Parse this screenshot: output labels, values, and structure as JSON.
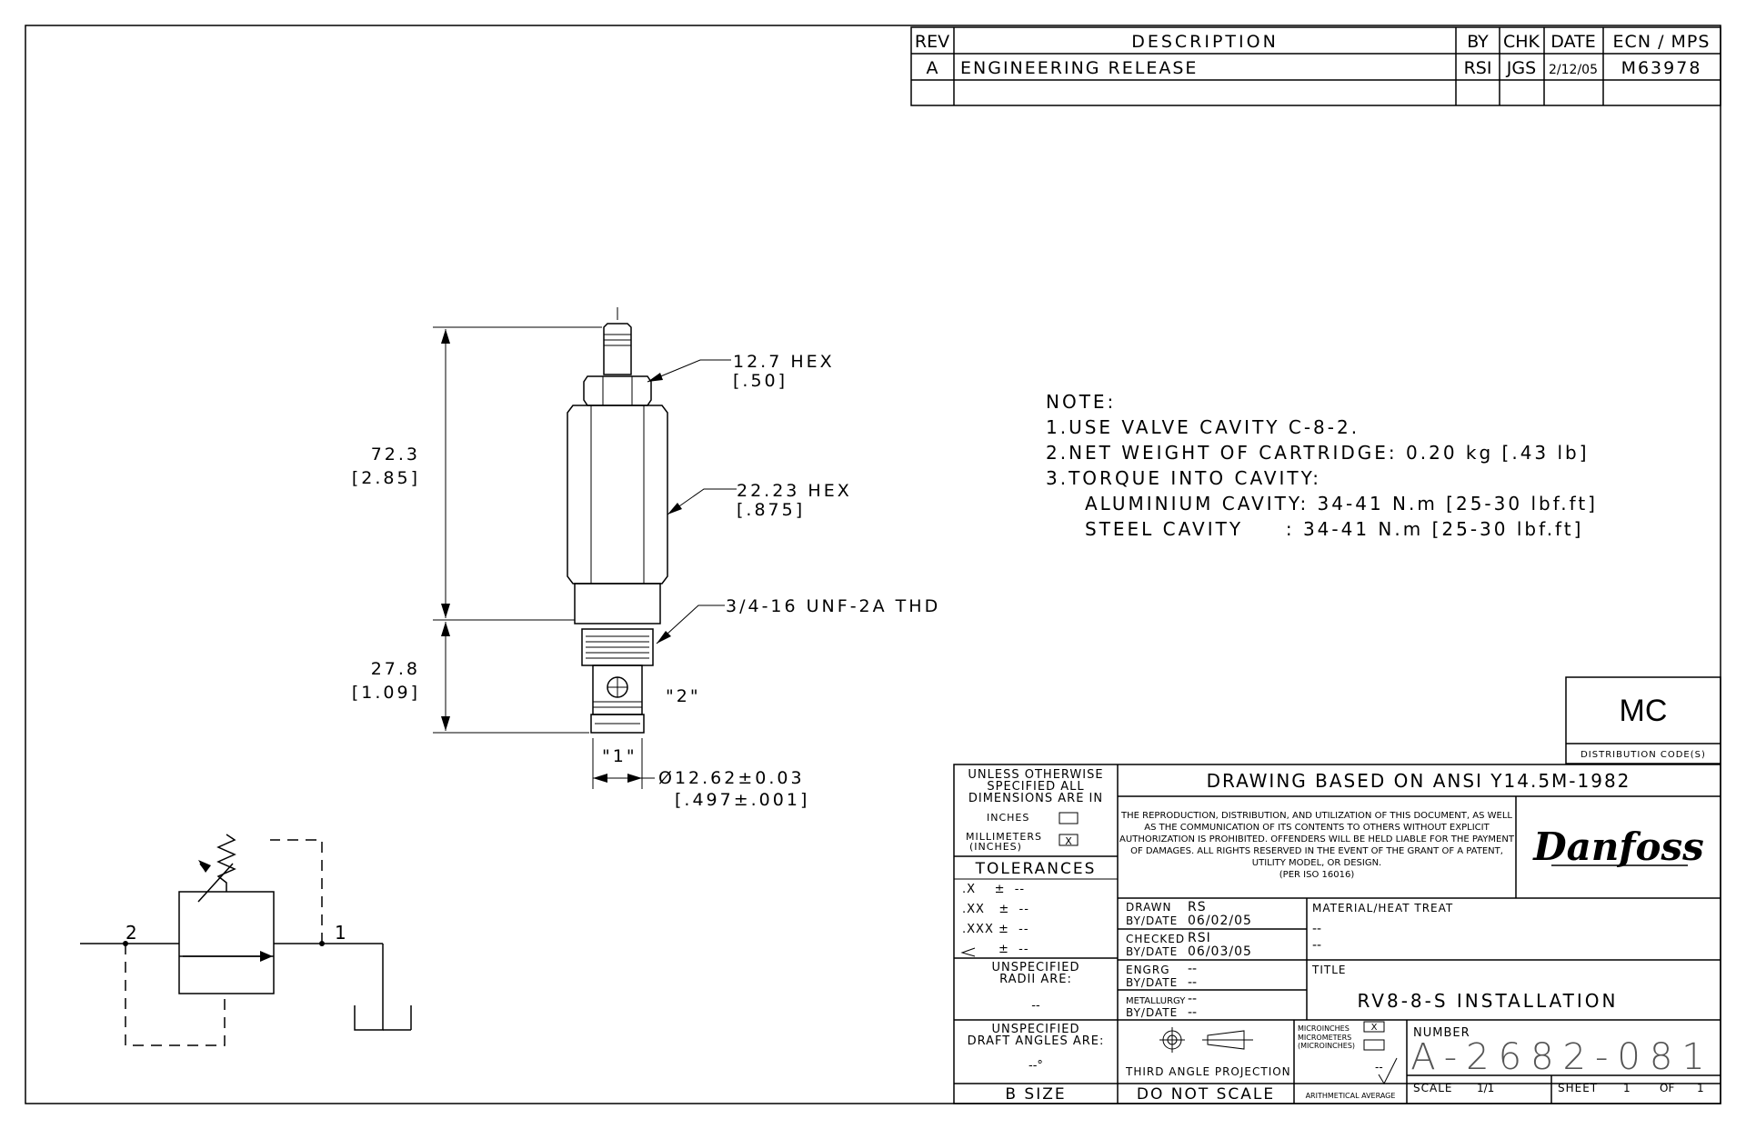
{
  "revision_table": {
    "headers": [
      "REV",
      "DESCRIPTION",
      "BY",
      "CHK",
      "DATE",
      "ECN / MPS"
    ],
    "rows": [
      [
        "A",
        "ENGINEERING RELEASE",
        "RSI",
        "JGS",
        "2/12/05",
        "M63978"
      ]
    ]
  },
  "dimensions": {
    "hex_small": "12.7  HEX",
    "hex_small_in": "[.50]",
    "hex_large": "22.23  HEX",
    "hex_large_in": "[.875]",
    "thread": "3/4-16 UNF-2A THD",
    "length_upper": "72.3",
    "length_upper_in": "[2.85]",
    "length_lower": "27.8",
    "length_lower_in": "[1.09]",
    "port_2": "\"2\"",
    "port_1": "\"1\"",
    "diameter": "Ø12.62±0.03",
    "diameter_in": "[.497±.001]"
  },
  "notes": {
    "heading": "NOTE:",
    "n1": "1.USE VALVE CAVITY C-8-2.",
    "n2": "2.NET WEIGHT OF CARTRIDGE: 0.20 kg [.43 lb]",
    "n3": "3.TORQUE INTO CAVITY:",
    "n3a": "ALUMINIUM CAVITY: 34-41 N.m [25-30 lbf.ft]",
    "n3b": "STEEL CAVITY     : 34-41 N.m [25-30 lbf.ft]"
  },
  "schematic": {
    "port_2": "2",
    "port_1": "1"
  },
  "distribution": {
    "code": "MC",
    "label": "DISTRIBUTION CODE(S)"
  },
  "title_block": {
    "unless_1": "UNLESS OTHERWISE",
    "unless_2": "SPECIFIED ALL",
    "unless_3": "DIMENSIONS ARE IN",
    "inches": "INCHES",
    "mm_1": "MILLIMETERS",
    "mm_2": "(INCHES)",
    "mm_check": "X",
    "tolerances": "TOLERANCES",
    "tol_x": ".X    ±  --",
    "tol_xx": ".XX   ±  --",
    "tol_xxx": ".XXX ±  --",
    "tol_angle": "±  --",
    "radii_1": "UNSPECIFIED",
    "radii_2": "RADII ARE:",
    "radii_val": "--",
    "draft_1": "UNSPECIFIED",
    "draft_2": "DRAFT ANGLES ARE:",
    "draft_val": "--°",
    "size": "B SIZE",
    "standard": "DRAWING BASED ON ANSI Y14.5M-1982",
    "legal_1": "THE REPRODUCTION, DISTRIBUTION, AND UTILIZATION OF THIS DOCUMENT, AS WELL",
    "legal_2": "AS THE COMMUNICATION OF ITS CONTENTS TO OTHERS WITHOUT EXPLICIT",
    "legal_3": "AUTHORIZATION IS PROHIBITED. OFFENDERS WILL BE HELD LIABLE FOR THE PAYMENT",
    "legal_4": "OF DAMAGES.  ALL RIGHTS RESERVED IN THE EVENT OF THE GRANT OF A PATENT,",
    "legal_5": "UTILITY MODEL, OR DESIGN.",
    "legal_6": "(PER ISO 16016)",
    "logo": "Danfoss",
    "drawn_label": "DRAWN",
    "drawn_by": "RS",
    "drawn_bydate_label": "BY/DATE",
    "drawn_date": "06/02/05",
    "checked_label": "CHECKED",
    "checked_by": "RSI",
    "checked_bydate_label": "BY/DATE",
    "checked_date": "06/03/05",
    "engrg_label": "ENGRG",
    "engrg_by": "--",
    "engrg_bydate_label": "BY/DATE",
    "engrg_date": "--",
    "metallurgy_label": "METALLURGY",
    "metallurgy_by": "--",
    "metallurgy_bydate_label": "BY/DATE",
    "metallurgy_date": "--",
    "material_label": "MATERIAL/HEAT TREAT",
    "material_1": "--",
    "material_2": "--",
    "title_label": "TITLE",
    "title": "RV8-8-S INSTALLATION",
    "projection": "THIRD ANGLE PROJECTION",
    "do_not_scale": "DO NOT SCALE",
    "micro_1": "MICROINCHES",
    "micro_2": "MICROMETERS",
    "micro_3": "(MICROINCHES)",
    "micro_check": "X",
    "finish_val": "--",
    "arith": "ARITHMETICAL AVERAGE",
    "number_label": "NUMBER",
    "number": "A-2682-081",
    "scale_label": "SCALE",
    "scale": "1/1",
    "sheet_label": "SHEET",
    "sheet": "1",
    "of_label": "OF",
    "of": "1"
  }
}
